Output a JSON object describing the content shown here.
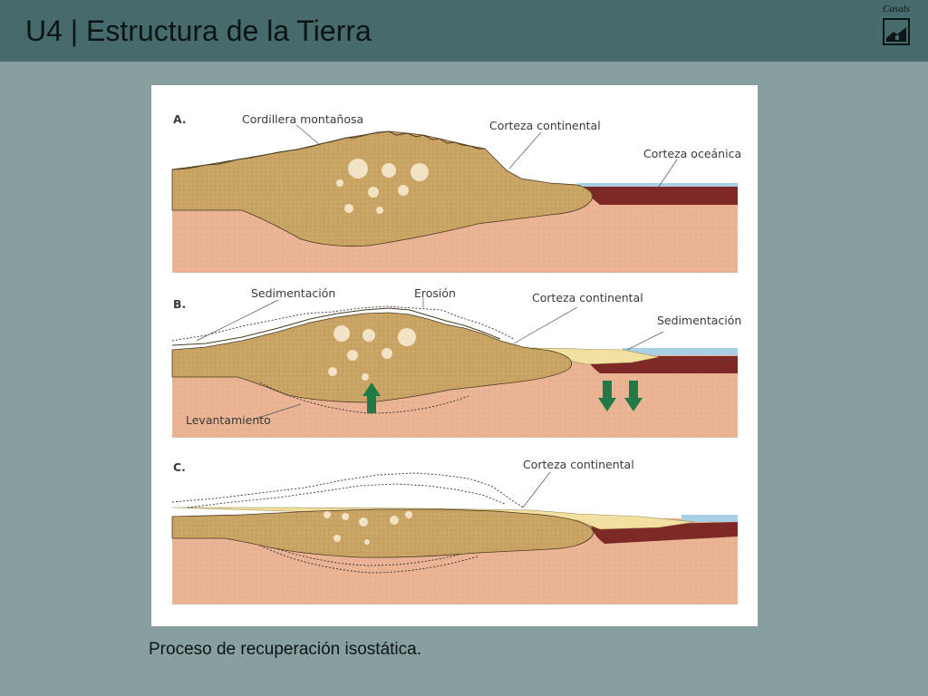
{
  "header": {
    "title": "U4 | Estructura de la Tierra",
    "logo_text": "Casals"
  },
  "figure": {
    "panel_a": {
      "letter": "A.",
      "labels": {
        "cordillera": "Cordillera montañosa",
        "corteza_continental": "Corteza continental",
        "corteza_oceanica": "Corteza oceánica"
      }
    },
    "panel_b": {
      "letter": "B.",
      "labels": {
        "sedimentacion_left": "Sedimentación",
        "erosion": "Erosión",
        "corteza_continental": "Corteza continental",
        "sedimentacion_right": "Sedimentación",
        "levantamiento": "Levantamiento"
      }
    },
    "panel_c": {
      "letter": "C.",
      "labels": {
        "corteza_continental": "Corteza continental"
      }
    }
  },
  "caption": "Proceso de recuperación isostática.",
  "colors": {
    "header_bg": "#476b6c",
    "slide_bg": "#889fa0",
    "continental_crust": "#c9a464",
    "mantle": "#e9b394",
    "oceanic_crust": "#7d2a26",
    "ocean": "#a9cfe4",
    "sediment": "#f1e0a0",
    "uplift_arrow": "#1f7a45"
  }
}
